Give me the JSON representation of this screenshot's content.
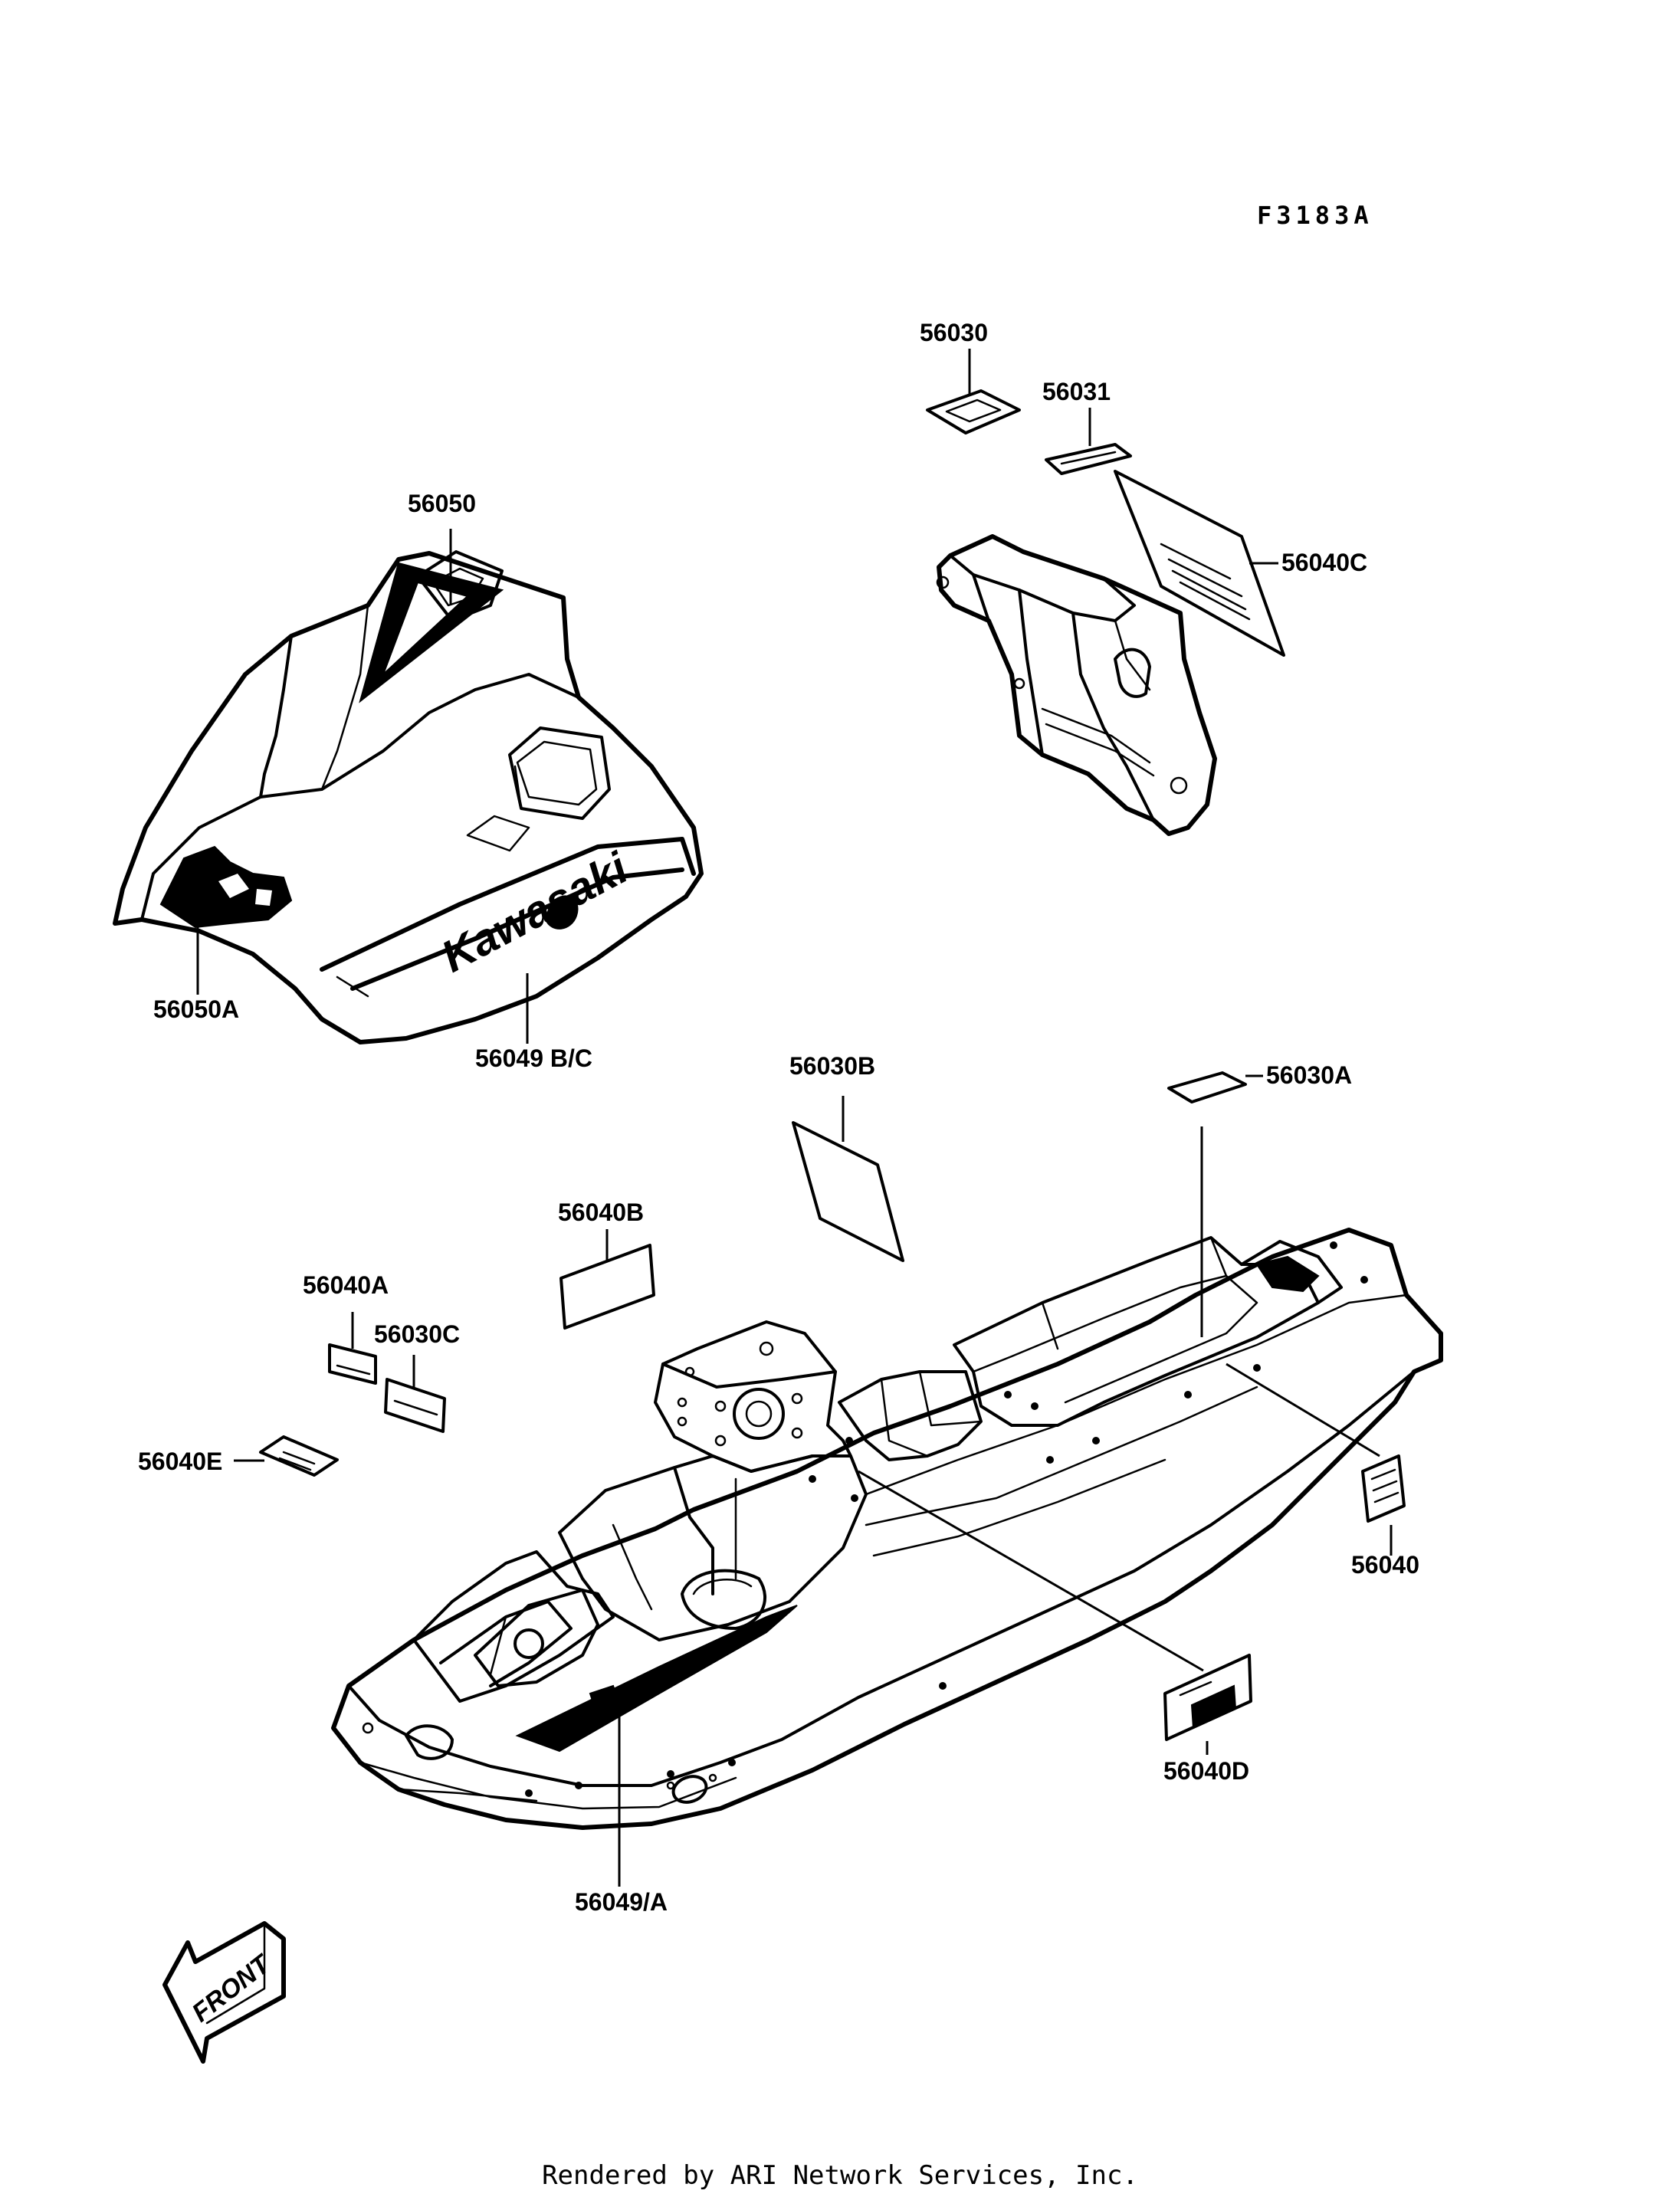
{
  "diagram_code": "F3183A",
  "footer": "Rendered by ARI Network Services, Inc.",
  "front_arrow_text": "FRONT",
  "hood_brand_text": "Kawasaki",
  "parts": {
    "p56030": "56030",
    "p56031": "56031",
    "p56040C": "56040C",
    "p56050": "56050",
    "p56050A": "56050A",
    "p56049BC": "56049 B/C",
    "p56030B": "56030B",
    "p56030A": "56030A",
    "p56040B": "56040B",
    "p56040A": "56040A",
    "p56030C": "56030C",
    "p56040E": "56040E",
    "p56040": "56040",
    "p56040D": "56040D",
    "p56049A": "56049/A"
  }
}
